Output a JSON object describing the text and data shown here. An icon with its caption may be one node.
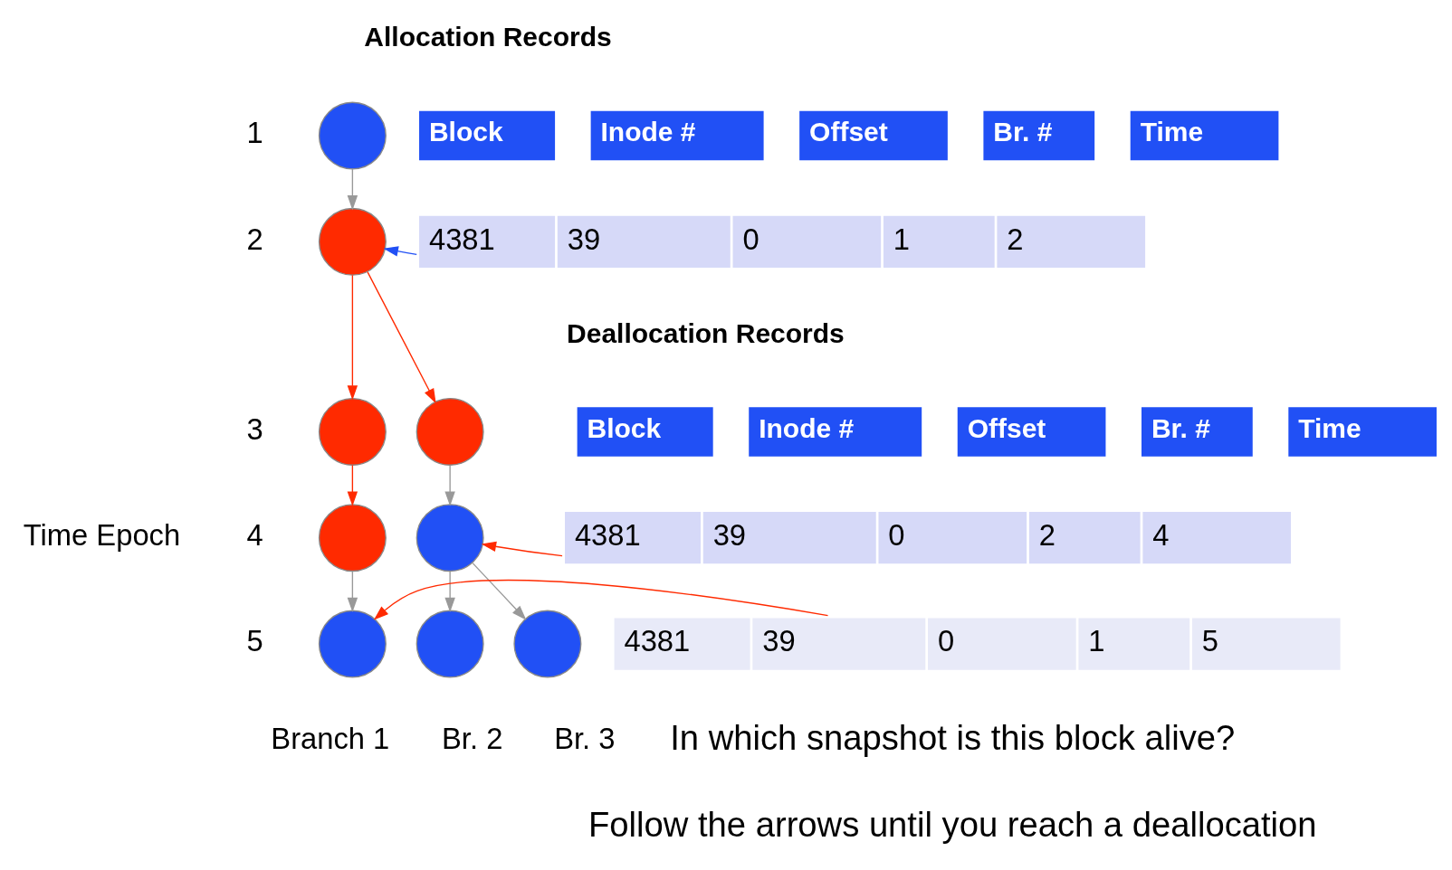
{
  "diagram": {
    "nodes": [
      {
        "text": [],
        "shape": "circle"
      },
      {
        "text": [],
        "shape": "circle"
      },
      {
        "text": [],
        "shape": "circle"
      },
      {
        "text": [],
        "shape": "circle"
      },
      {
        "text": [],
        "shape": "circle"
      },
      {
        "text": [],
        "shape": "circle"
      },
      {
        "text": [],
        "shape": "circle"
      },
      {
        "text": [],
        "shape": "circle"
      },
      {
        "text": [],
        "shape": "circle"
      },
      {
        "text": [
          "4381",
          "39",
          "0",
          "1",
          "2"
        ]
      },
      {
        "text": [
          "4381",
          "39",
          "0",
          "2",
          "4"
        ]
      },
      {
        "text": [
          "4381",
          "39",
          "0",
          "1",
          "5"
        ]
      }
    ],
    "edges": [
      {
        "from": 0,
        "to": 1,
        "arrow": "to",
        "color": "#999999"
      },
      {
        "from": 1,
        "to": 2,
        "arrow": "to",
        "color": "#ff2a00"
      },
      {
        "from": 1,
        "to": 3,
        "arrow": "to",
        "color": "#ff2a00"
      },
      {
        "from": 2,
        "to": 4,
        "arrow": "to",
        "color": "#ff2a00"
      },
      {
        "from": 3,
        "to": 5,
        "arrow": "to",
        "color": "#999999"
      },
      {
        "from": 4,
        "to": 6,
        "arrow": "to",
        "color": "#999999"
      },
      {
        "from": 5,
        "to": 7,
        "arrow": "to",
        "color": "#999999"
      },
      {
        "from": 5,
        "to": 8,
        "arrow": "to",
        "color": "#999999"
      },
      {
        "from": 9,
        "to": 1,
        "arrow": "to",
        "color": "#2150f5"
      },
      {
        "from": 10,
        "to": 5,
        "arrow": "to",
        "color": "#ff2a00"
      },
      {
        "from": 11,
        "to": 6,
        "arrow": "to",
        "color": "#ff2a00"
      }
    ],
    "labels": [
      "Allocation Records",
      "Block",
      "Inode #",
      "Offset",
      "Br. #",
      "Time",
      "Deallocation Records",
      "Block",
      "Inode #",
      "Offset",
      "Br. #",
      "Time",
      "1",
      "2",
      "3",
      "4",
      "5",
      "Time Epoch",
      "Branch 1",
      "Br. 2",
      "Br. 3",
      "In which snapshot is this block alive?",
      "Follow the arrows until you reach a deallocation"
    ]
  }
}
